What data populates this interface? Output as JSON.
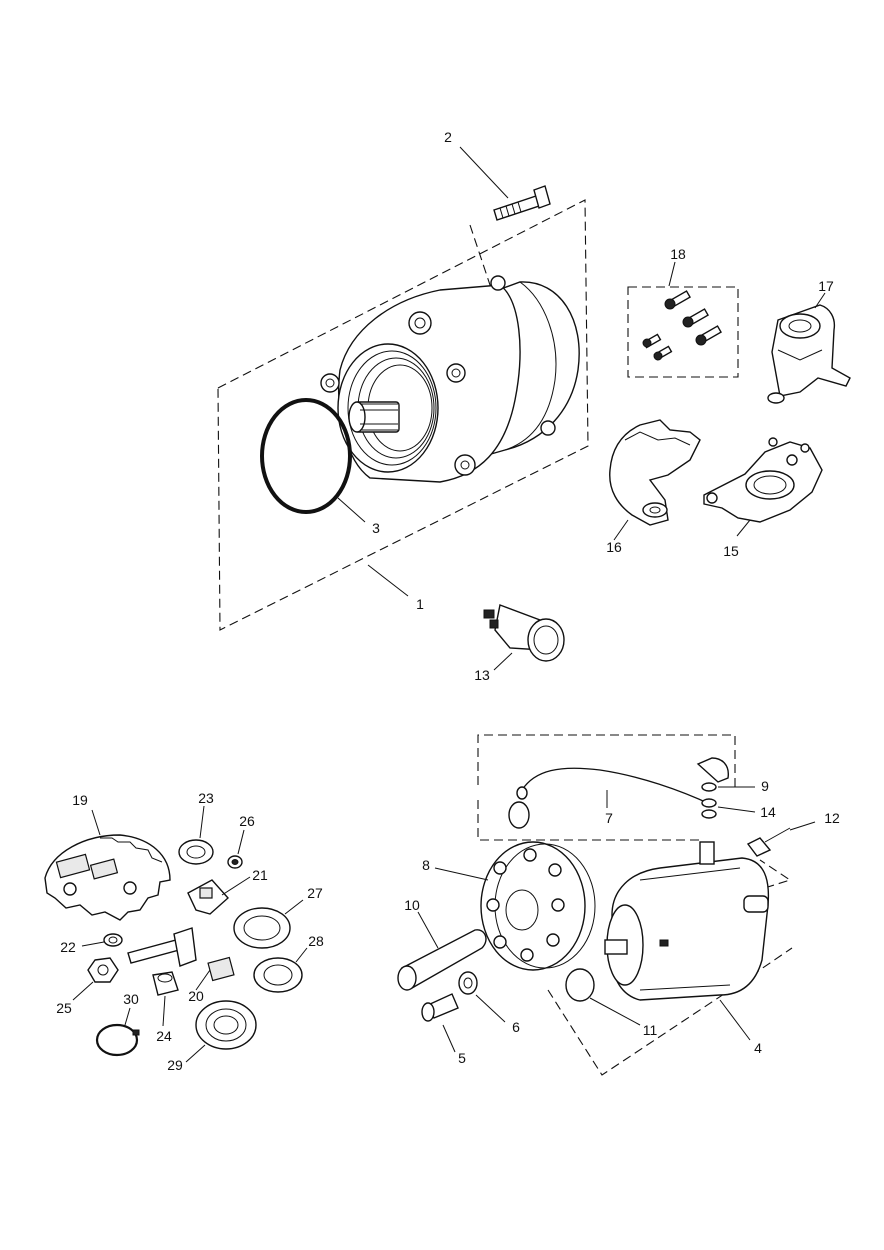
{
  "diagram": {
    "type": "exploded-parts-view",
    "callouts": [
      "1",
      "2",
      "3",
      "4",
      "5",
      "6",
      "7",
      "8",
      "9",
      "10",
      "11",
      "12",
      "13",
      "14",
      "15",
      "16",
      "17",
      "18",
      "19",
      "20",
      "21",
      "22",
      "23",
      "24",
      "25",
      "26",
      "27",
      "28",
      "29",
      "30"
    ]
  }
}
